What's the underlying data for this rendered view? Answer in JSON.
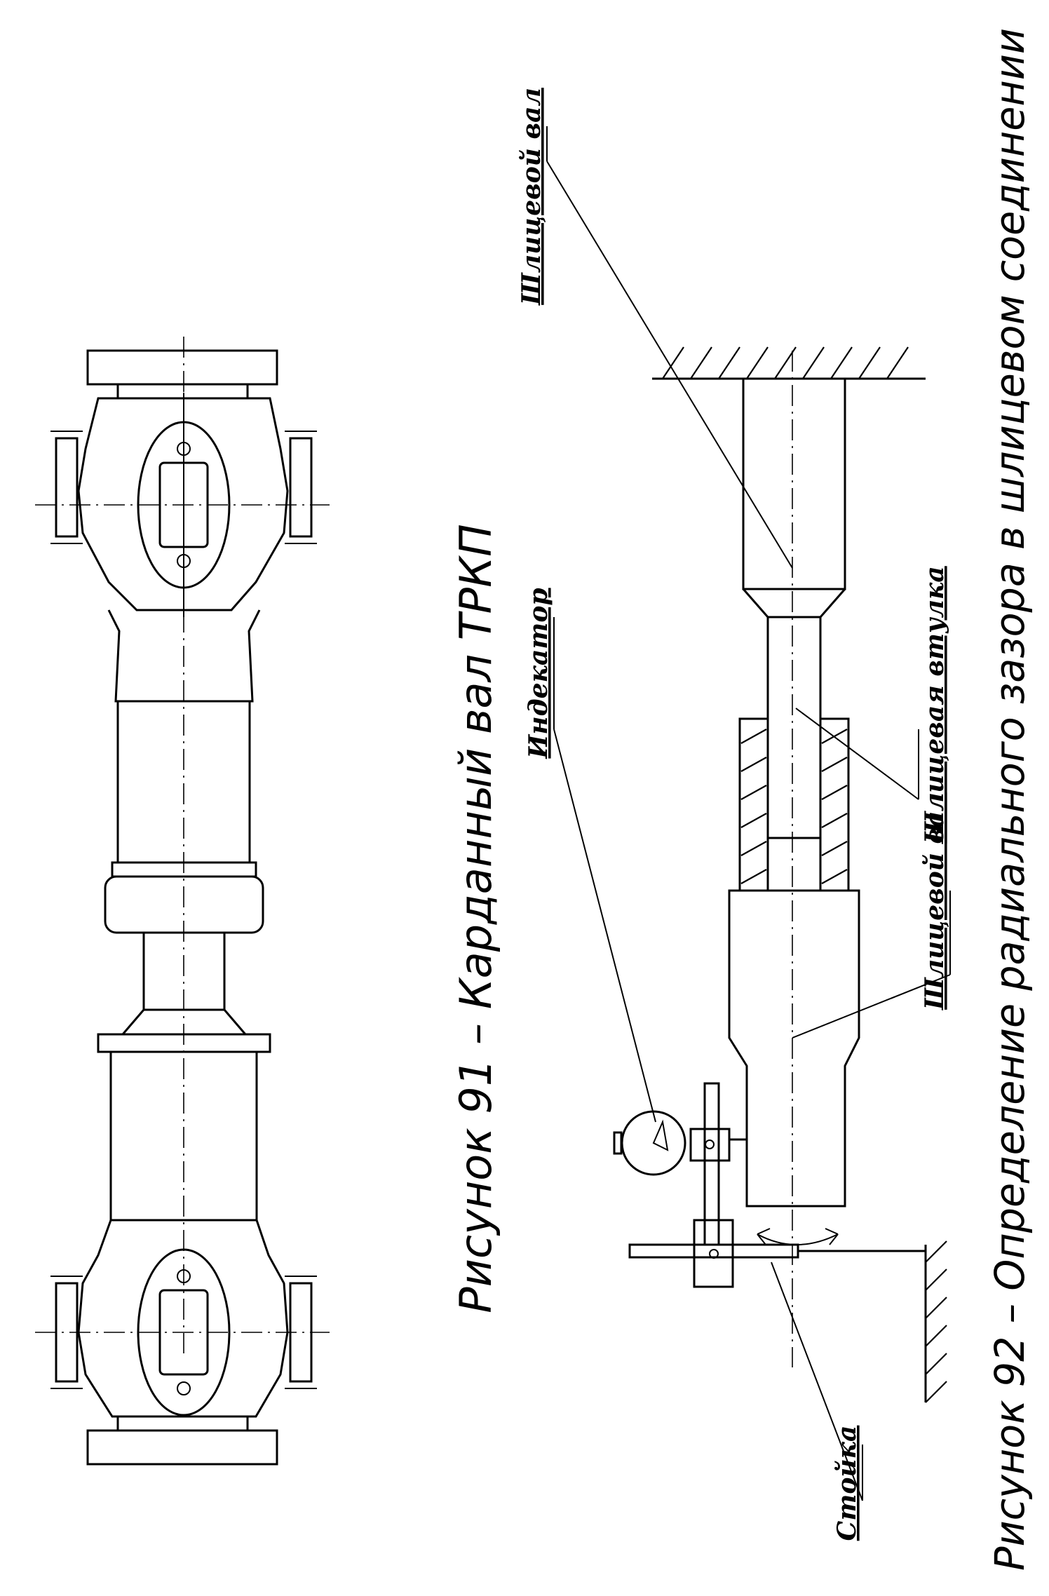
{
  "figure91": {
    "caption": "Рисунок 91 – Карданный вал ТРКП"
  },
  "figure92": {
    "caption": "Рисунок 92 – Определение радиального зазора в шлицевом соединении",
    "labels": {
      "spline_shaft": "Шлицевой вал",
      "spline_sleeve": "Шлицевая втулка",
      "indicator": "Индекатор",
      "stand": "Стойка"
    }
  }
}
